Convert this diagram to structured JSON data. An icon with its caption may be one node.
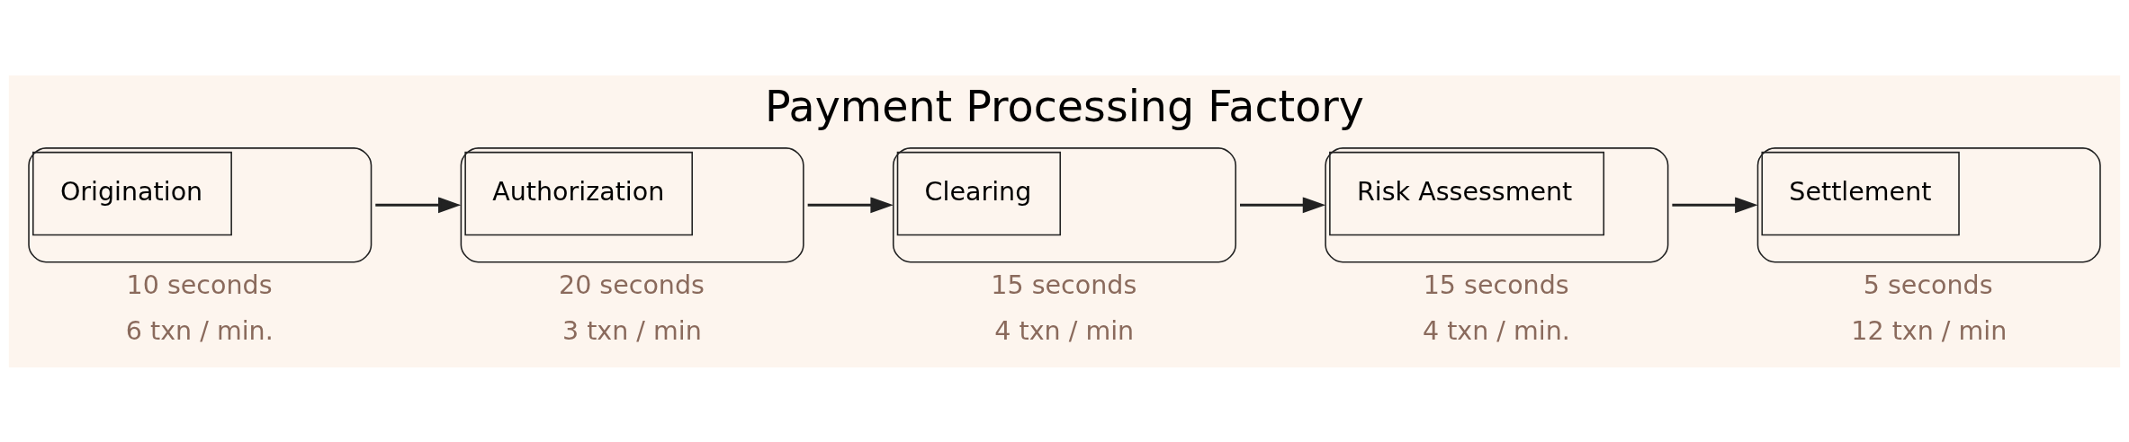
{
  "diagram": {
    "title": "Payment Processing Factory",
    "nodes": [
      {
        "text": [
          "Origination"
        ],
        "beside": [
          "10 seconds",
          "6 txn / min."
        ]
      },
      {
        "text": [
          "Authorization"
        ],
        "beside": [
          "20 seconds",
          "3 txn / min"
        ]
      },
      {
        "text": [
          "Clearing"
        ],
        "beside": [
          "15 seconds",
          "4 txn / min"
        ]
      },
      {
        "text": [
          "Risk Assessment"
        ],
        "beside": [
          "15 seconds",
          "4 txn / min."
        ]
      },
      {
        "text": [
          "Settlement"
        ],
        "beside": [
          "5 seconds",
          "12 txn / min"
        ]
      }
    ],
    "edges": [
      {
        "from": 0,
        "to": 1,
        "arrow": "to"
      },
      {
        "from": 1,
        "to": 2,
        "arrow": "to"
      },
      {
        "from": 2,
        "to": 3,
        "arrow": "to"
      },
      {
        "from": 3,
        "to": 4,
        "arrow": "to"
      }
    ]
  }
}
